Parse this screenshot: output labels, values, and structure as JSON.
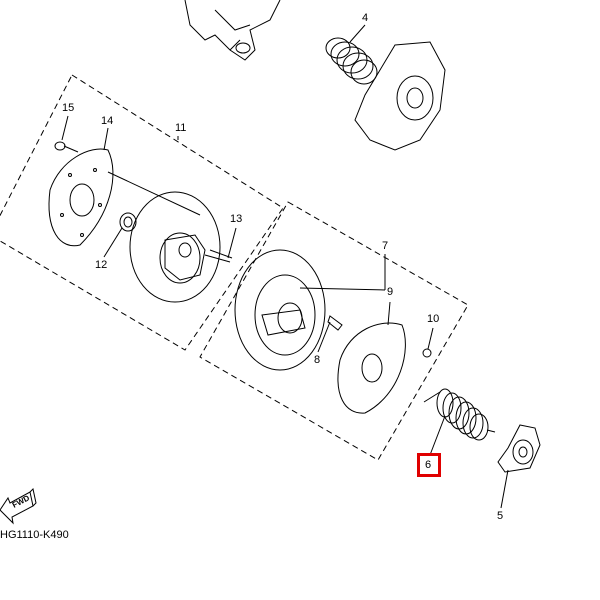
{
  "diagram": {
    "callouts": [
      "4",
      "15",
      "14",
      "11",
      "13",
      "12",
      "7",
      "9",
      "10",
      "8",
      "6",
      "5"
    ],
    "highlighted_callout": "6",
    "fwd_label": "FWD",
    "diagram_code": "HG1110-K490"
  },
  "colors": {
    "highlight": "#e00000",
    "line": "#000000"
  }
}
